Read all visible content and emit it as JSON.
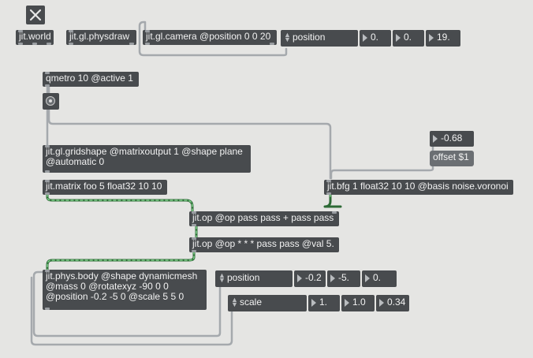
{
  "toggle": {
    "icon": "x-icon"
  },
  "objects": {
    "world": "jit.world",
    "physdraw": "jit.gl.physdraw",
    "camera": "jit.gl.camera @position 0 0 20",
    "qmetro": "qmetro 10 @active 1",
    "gridshape": "jit.gl.gridshape @matrixoutput 1 @shape plane @automatic 0",
    "matrix": "jit.matrix foo 5 float32 10 10",
    "bfg": "jit.bfg 1 float32 10 10 @basis noise.voronoi",
    "op1": "jit.op @op pass pass + pass pass",
    "op2": "jit.op @op * * * pass pass @val 5.",
    "physbody": "jit.phys.body @shape dynamicmesh @mass 0 @rotatexyz -90 0 0 @position -0.2 -5 0 @scale 5 5 0"
  },
  "camera_controls": {
    "menu": "position",
    "values": [
      "0.",
      "0.",
      "19."
    ]
  },
  "offset": {
    "number": "-0.68",
    "message": "offset $1"
  },
  "body_position": {
    "menu": "position",
    "values": [
      "-0.2",
      "-5.",
      "0."
    ]
  },
  "body_scale": {
    "menu": "scale",
    "values": [
      "1.",
      "1.0",
      "0.34"
    ]
  },
  "colors": {
    "background": "#e5e5e3",
    "object": "#484b4e",
    "patchcord": "#9a9ea2",
    "matrixcord": "#2d8a3c"
  }
}
